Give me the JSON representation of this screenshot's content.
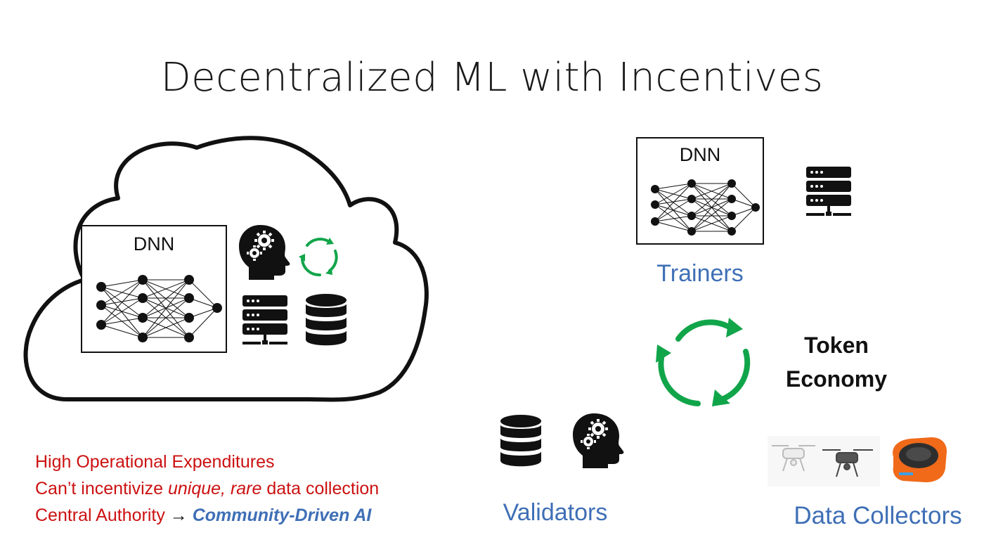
{
  "title": "Decentralized ML with Incentives",
  "cloud": {
    "dnn_label": "DNN"
  },
  "trainers": {
    "dnn_label": "DNN",
    "label": "Trainers"
  },
  "token_economy": {
    "line1": "Token",
    "line2": "Economy"
  },
  "validators": {
    "label": "Validators"
  },
  "data_collectors": {
    "label": "Data Collectors"
  },
  "bullets": {
    "line1": "High Operational Expenditures",
    "line2_a": "Can’t incentivize ",
    "line2_b": "unique, rare",
    "line2_c": " data collection",
    "line3_a": "Central Authority ",
    "line3_arrow": "→",
    "line3_b": "Community-Driven AI"
  },
  "colors": {
    "accent_green": "#11a54a",
    "role_blue": "#3f6fb6",
    "warning_red": "#cc1111",
    "device_orange": "#f06a1a"
  },
  "icons": [
    "cloud-icon",
    "neural-network-icon",
    "head-gears-icon",
    "recycle-arrows-icon",
    "server-icon",
    "database-icon",
    "drone-icon",
    "sensor-device-icon"
  ]
}
